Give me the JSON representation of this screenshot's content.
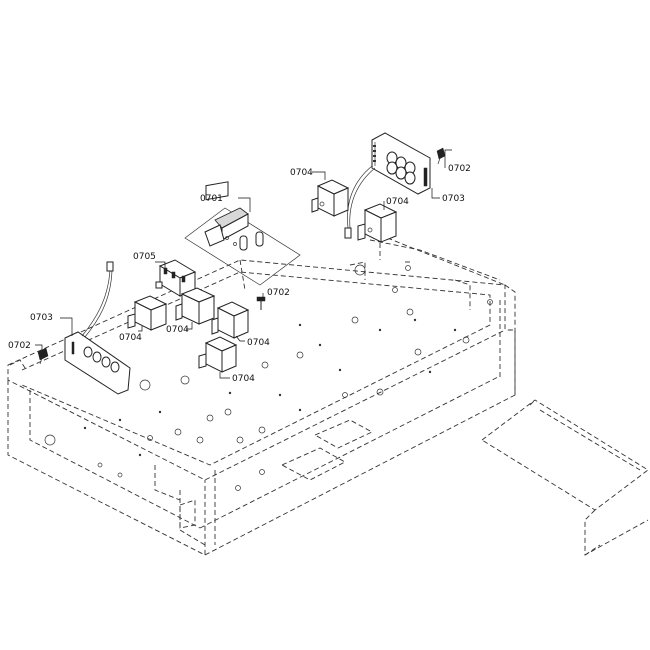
{
  "diagram": {
    "labels": {
      "p0701": "0701",
      "p0702_top": "0702",
      "p0702_mid": "0702",
      "p0702_left": "0702",
      "p0703_top": "0703",
      "p0703_left": "0703",
      "p0704_a": "0704",
      "p0704_b": "0704",
      "p0704_c": "0704",
      "p0704_d": "0704",
      "p0704_e": "0704",
      "p0704_f": "0704",
      "p0705": "0705"
    }
  }
}
